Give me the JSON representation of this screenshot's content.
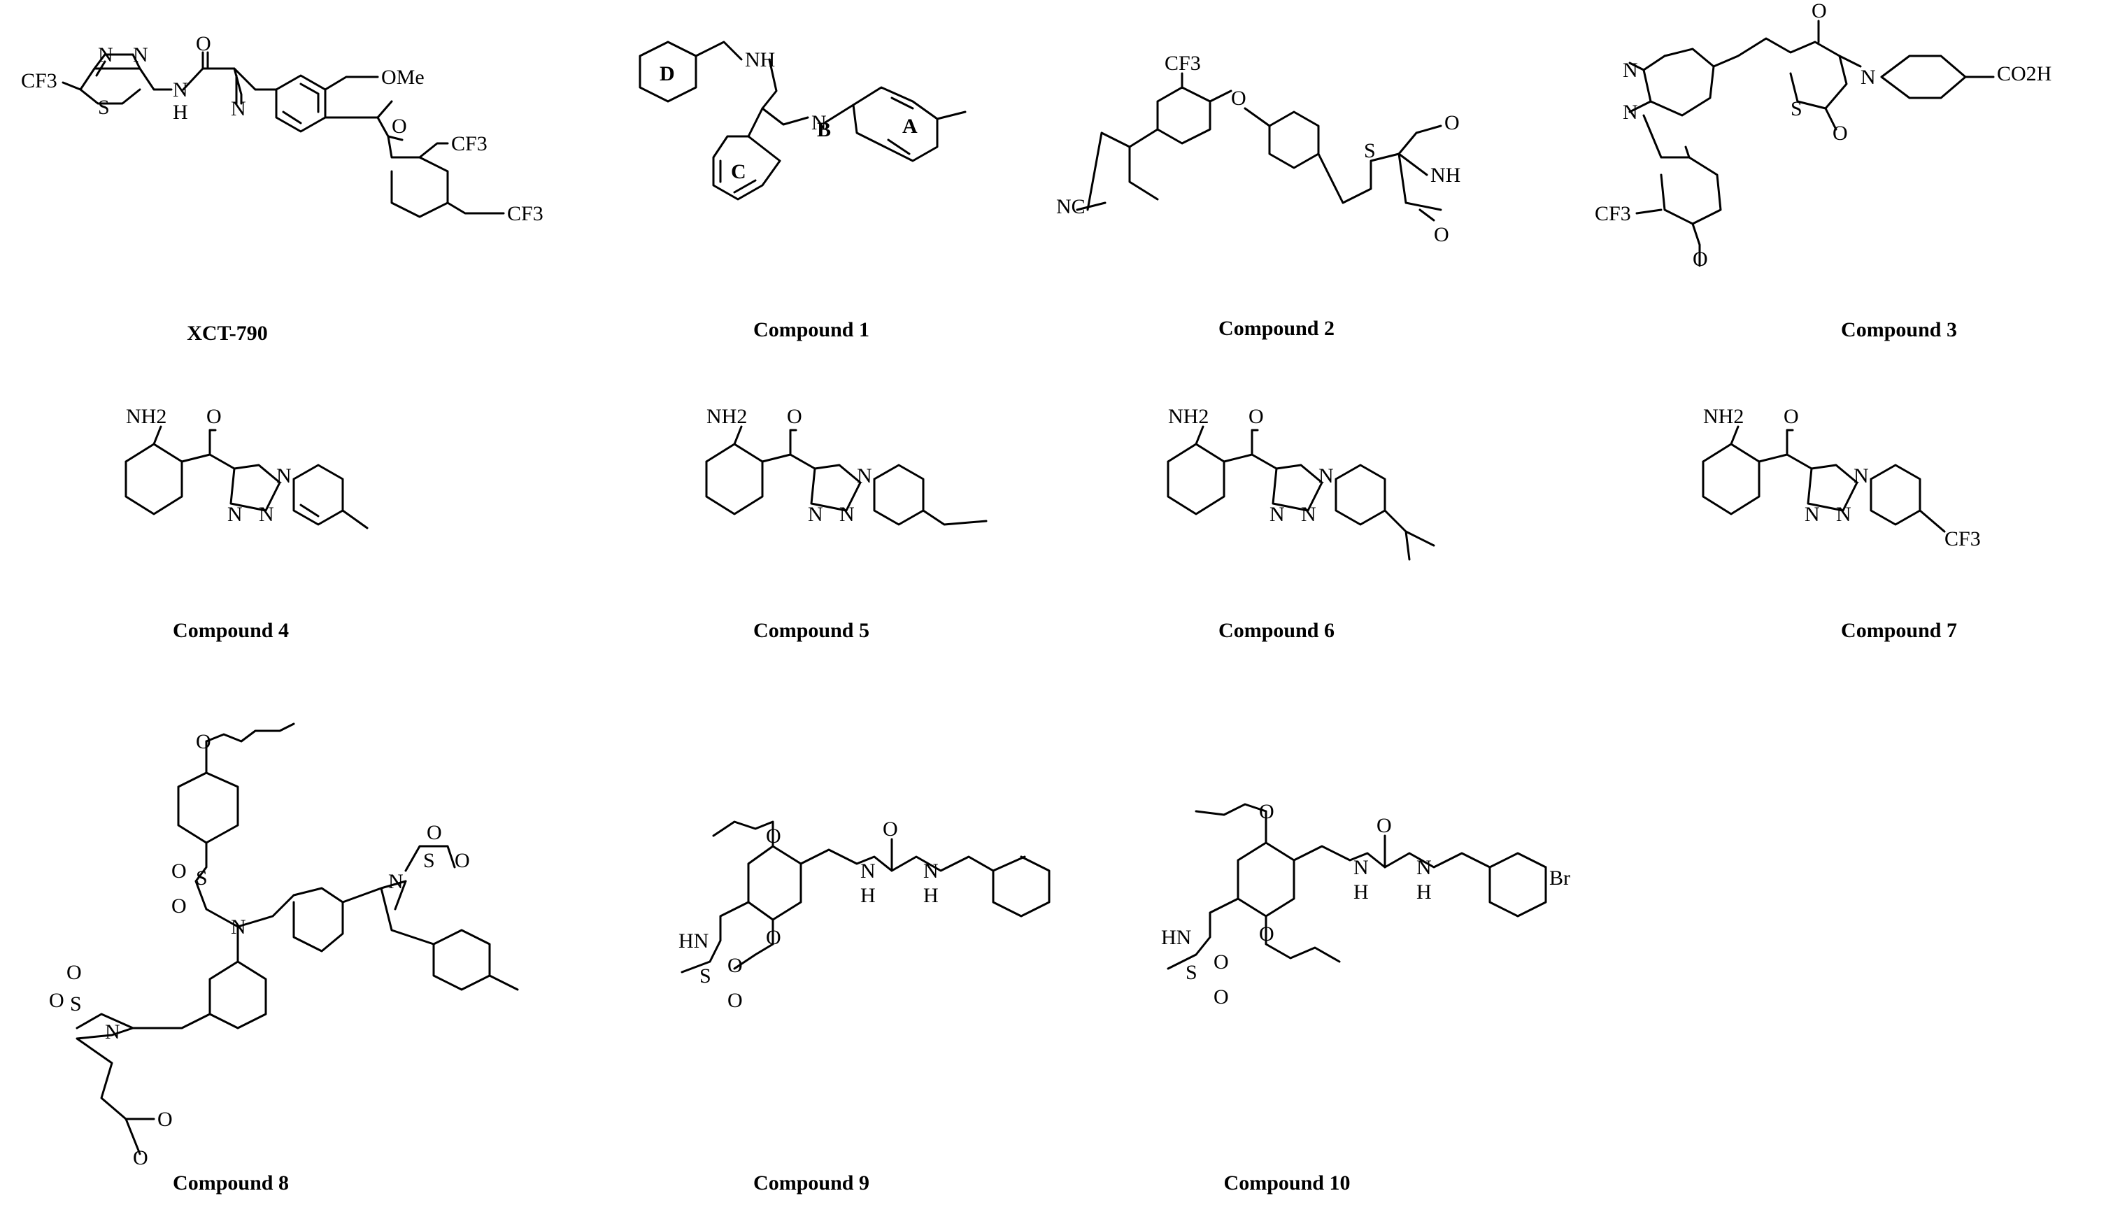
{
  "compounds": [
    {
      "caption": "XCT-790",
      "atoms": [
        "CF3",
        "N",
        "N",
        "S",
        "N",
        "H",
        "O",
        "N",
        "OMe",
        "O",
        "CF3",
        "CF3"
      ]
    },
    {
      "caption": "Compound 1",
      "atoms": [
        "D",
        "NH",
        "B",
        "N",
        "A",
        "C"
      ]
    },
    {
      "caption": "Compound 2",
      "atoms": [
        "CF3",
        "O",
        "S",
        "O",
        "NH",
        "O",
        "NC"
      ]
    },
    {
      "caption": "Compound 3",
      "atoms": [
        "O",
        "N",
        "N",
        "S",
        "N",
        "O",
        "CO2H",
        "CF3",
        "O"
      ]
    },
    {
      "caption": "Compound 4",
      "atoms": [
        "NH2",
        "O",
        "N",
        "N",
        "N"
      ]
    },
    {
      "caption": "Compound 5",
      "atoms": [
        "NH2",
        "O",
        "N",
        "N",
        "N"
      ]
    },
    {
      "caption": "Compound 6",
      "atoms": [
        "NH2",
        "O",
        "N",
        "N",
        "N"
      ]
    },
    {
      "caption": "Compound 7",
      "atoms": [
        "NH2",
        "O",
        "N",
        "N",
        "N",
        "CF3"
      ]
    },
    {
      "caption": "Compound 8",
      "atoms": [
        "O",
        "S",
        "O",
        "O",
        "N",
        "N",
        "S",
        "O",
        "O",
        "O",
        "S",
        "O",
        "N",
        "O",
        "O"
      ]
    },
    {
      "caption": "Compound 9",
      "atoms": [
        "O",
        "O",
        "N",
        "H",
        "N",
        "H",
        "HN",
        "S",
        "O",
        "O",
        "O"
      ]
    },
    {
      "caption": "Compound 10",
      "atoms": [
        "O",
        "O",
        "N",
        "H",
        "N",
        "H",
        "Br",
        "HN",
        "S",
        "O",
        "O",
        "O"
      ]
    }
  ]
}
